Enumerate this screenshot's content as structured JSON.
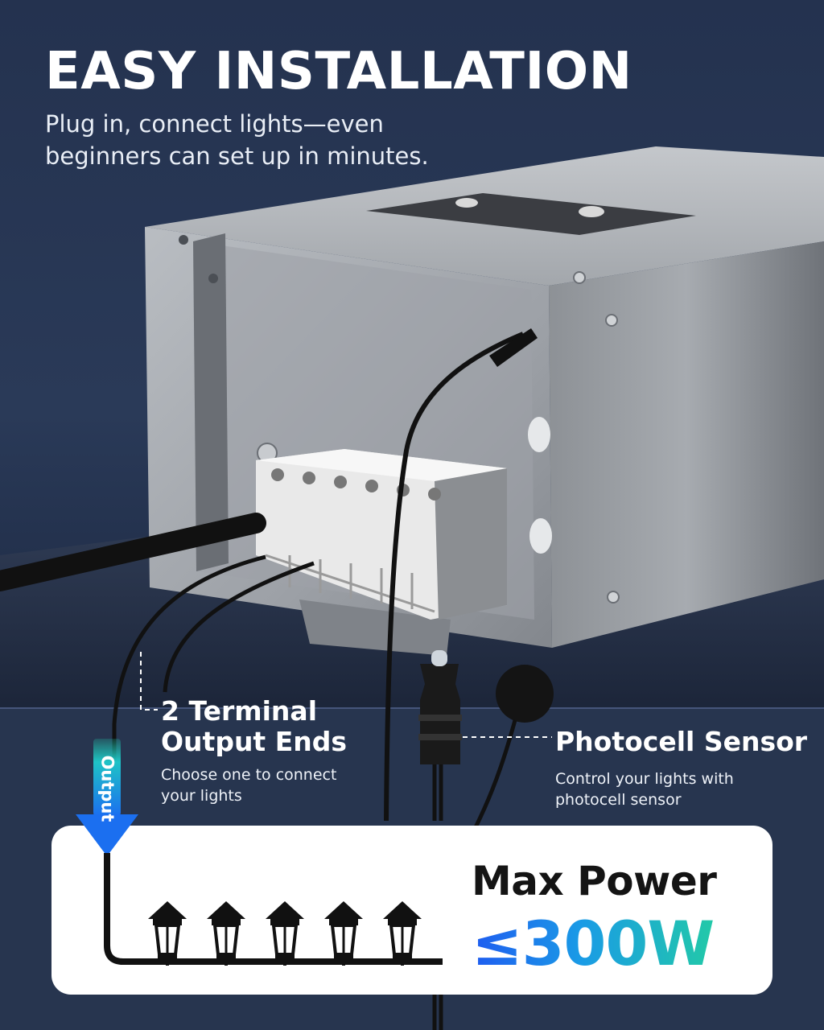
{
  "headline": "EASY INSTALLATION",
  "subline": {
    "line1": "Plug in, connect lights—even",
    "line2": "beginners can set up in minutes."
  },
  "terminal_callout": {
    "title_line1": "2 Terminal",
    "title_line2": "Output Ends",
    "desc_line1": "Choose one to connect",
    "desc_line2": "your lights"
  },
  "photocell_callout": {
    "title": "Photocell Sensor",
    "desc_line1": "Control your lights with",
    "desc_line2": "photocell sensor"
  },
  "output_label": "Output",
  "power": {
    "label": "Max Power",
    "value": "≤300W"
  },
  "icons": [
    "transformer-box-illustration",
    "output-arrow-icon",
    "lantern-icon",
    "photocell-sensor-icon"
  ],
  "colors": {
    "background": "#24324f",
    "accent_blue": "#1f5cf0",
    "accent_teal": "#22c9a8",
    "panel": "#ffffff"
  }
}
